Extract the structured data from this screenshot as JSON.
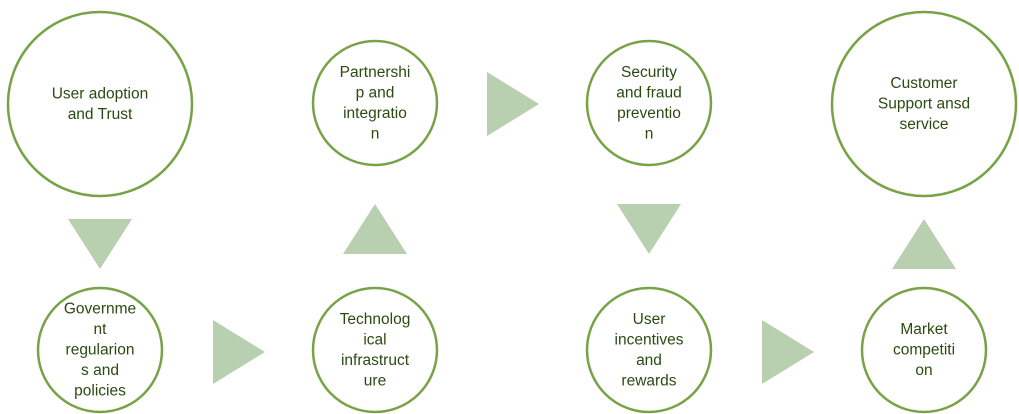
{
  "colors": {
    "circle_stroke": "#77a346",
    "text": "#2b4a12",
    "arrow_fill": "#b8d0b0"
  },
  "nodes": [
    {
      "id": "user-adoption",
      "lines": [
        "User adoption",
        "and Trust"
      ]
    },
    {
      "id": "government-regulations",
      "lines": [
        "Governme",
        "nt",
        "regularion",
        "s and",
        "policies"
      ]
    },
    {
      "id": "technological-infrastructure",
      "lines": [
        "Technolog",
        "ical",
        "infrastruct",
        "ure"
      ]
    },
    {
      "id": "partnership-integration",
      "lines": [
        "Partnershi",
        "p and",
        "integratio",
        "n"
      ]
    },
    {
      "id": "security-fraud",
      "lines": [
        "Security",
        "and fraud",
        "preventio",
        "n"
      ]
    },
    {
      "id": "user-incentives",
      "lines": [
        "User",
        "incentives",
        "and",
        "rewards"
      ]
    },
    {
      "id": "market-competition",
      "lines": [
        "Market",
        "competiti",
        "on"
      ]
    },
    {
      "id": "customer-support",
      "lines": [
        "Customer",
        "Support ansd",
        "service"
      ]
    }
  ],
  "arrows": [
    {
      "id": "adoption-to-government",
      "direction": "down"
    },
    {
      "id": "government-to-technological",
      "direction": "right"
    },
    {
      "id": "technological-to-partnership",
      "direction": "up"
    },
    {
      "id": "partnership-to-security",
      "direction": "right"
    },
    {
      "id": "security-to-incentives",
      "direction": "down"
    },
    {
      "id": "incentives-to-market",
      "direction": "right"
    },
    {
      "id": "market-to-customer",
      "direction": "up"
    }
  ]
}
